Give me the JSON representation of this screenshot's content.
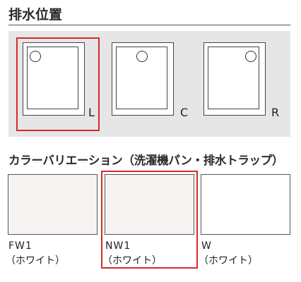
{
  "drain_section": {
    "title": "排水位置",
    "options": [
      {
        "label": "L",
        "selected": true
      },
      {
        "label": "C",
        "selected": false
      },
      {
        "label": "R",
        "selected": false
      }
    ]
  },
  "color_section": {
    "title": "カラーバリエーション（洗濯機パン・排水トラップ）",
    "swatches": [
      {
        "name": "FW1",
        "sub": "（ホワイト）",
        "color": "#f7f3f2",
        "selected": false
      },
      {
        "name": "NW1",
        "sub": "（ホワイト）",
        "color": "#f7f3f2",
        "selected": true
      },
      {
        "name": "W",
        "sub": "（ホワイト）",
        "color": "#ffffff",
        "selected": false
      }
    ]
  },
  "colors": {
    "selection_border": "#d42a2a",
    "panel_background": "#e6e6e6"
  }
}
